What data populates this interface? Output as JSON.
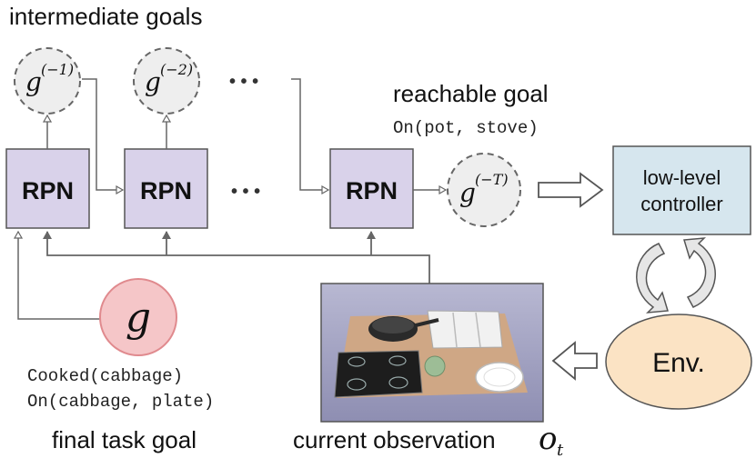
{
  "title_intermediate": "intermediate goals",
  "title_reachable": "reachable goal",
  "reachable_goal_text": "On(pot, stove)",
  "goal_nodes": {
    "g1": {
      "base": "g",
      "exp": "(−1)"
    },
    "g2": {
      "base": "g",
      "exp": "(−2)"
    },
    "gT": {
      "base": "g",
      "exp": "(−T)"
    }
  },
  "rpn_label": "RPN",
  "ellipsis": "• • •",
  "controller_line1": "low-level",
  "controller_line2": "controller",
  "env_label": "Env.",
  "final_goal_symbol": "g",
  "final_goal_line1": "Cooked(cabbage)",
  "final_goal_line2": "On(cabbage, plate)",
  "final_goal_caption": "final task goal",
  "observation_caption": "current observation",
  "observation_symbol": {
    "base": "o",
    "sub": "t"
  },
  "colors": {
    "rpn_fill": "#d9d2ea",
    "controller_fill": "#d6e6ee",
    "env_fill": "#fbe3c4",
    "final_goal_fill": "#f5c6c8",
    "final_goal_stroke": "#e08a8e",
    "goal_node_fill": "#eeeeee",
    "arrow_gray": "#707070"
  }
}
